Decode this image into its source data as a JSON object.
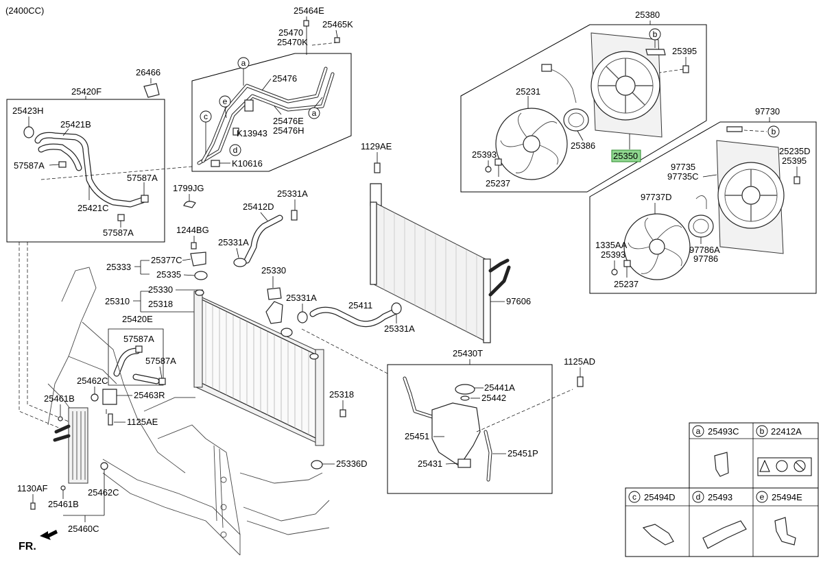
{
  "header": {
    "variant": "(2400CC)"
  },
  "direction": {
    "label": "FR."
  },
  "highlight_color": "#8fd68f",
  "highlight_border": "#2e8b2e",
  "parts": {
    "p25464E": "25464E",
    "p25465K": "25465K",
    "p25470": "25470",
    "p25470K": "25470K",
    "p25476": "25476",
    "p25476E": "25476E",
    "p25476H": "25476H",
    "pK13943": "K13943",
    "pK10616": "K10616",
    "p26466": "26466",
    "p25420F": "25420F",
    "p25423H": "25423H",
    "p25421B": "25421B",
    "p57587A_1": "57587A",
    "p57587A_2": "57587A",
    "p25421C": "25421C",
    "p57587A_3": "57587A",
    "p1799JG": "1799JG",
    "p25412D": "25412D",
    "p25331A_1": "25331A",
    "p1244BG": "1244BG",
    "p25331A_2": "25331A",
    "p25333": "25333",
    "p25377C": "25377C",
    "p25335": "25335",
    "p25330_1": "25330",
    "p25310": "25310",
    "p25318_1": "25318",
    "p25330_2": "25330",
    "p25331A_3": "25331A",
    "p25411": "25411",
    "p25331A_4": "25331A",
    "p25420E": "25420E",
    "p57587A_4": "57587A",
    "p57587A_5": "57587A",
    "p25462C_1": "25462C",
    "p25463R": "25463R",
    "p25461B_1": "25461B",
    "p1125AE": "1125AE",
    "p25318_2": "25318",
    "p1130AF": "1130AF",
    "p25461B_2": "25461B",
    "p25462C_2": "25462C",
    "p25460C": "25460C",
    "p25336D": "25336D",
    "p1129AE": "1129AE",
    "p97606": "97606",
    "p25430T": "25430T",
    "p25441A": "25441A",
    "p25442": "25442",
    "p25451": "25451",
    "p25451P": "25451P",
    "p25431": "25431",
    "p1125AD": "1125AD",
    "p25380": "25380",
    "p25395_1": "25395",
    "p25231": "25231",
    "p25393_1": "25393",
    "p25237_1": "25237",
    "p25386": "25386",
    "p25350": "25350",
    "p97730": "97730",
    "p25235D": "25235D",
    "p25395_2": "25395",
    "p97735": "97735",
    "p97735C": "97735C",
    "p97737D": "97737D",
    "p1335AA": "1335AA",
    "p25393_2": "25393",
    "p25237_2": "25237",
    "p97786A": "97786A",
    "p97786": "97786"
  },
  "callouts": {
    "a": "a",
    "b": "b",
    "c": "c",
    "d": "d",
    "e": "e"
  },
  "legend": {
    "cells": [
      {
        "letter": "a",
        "part": "25493C"
      },
      {
        "letter": "b",
        "part": "22412A"
      },
      {
        "letter": "c",
        "part": "25494D"
      },
      {
        "letter": "d",
        "part": "25493"
      },
      {
        "letter": "e",
        "part": "25494E"
      }
    ]
  }
}
